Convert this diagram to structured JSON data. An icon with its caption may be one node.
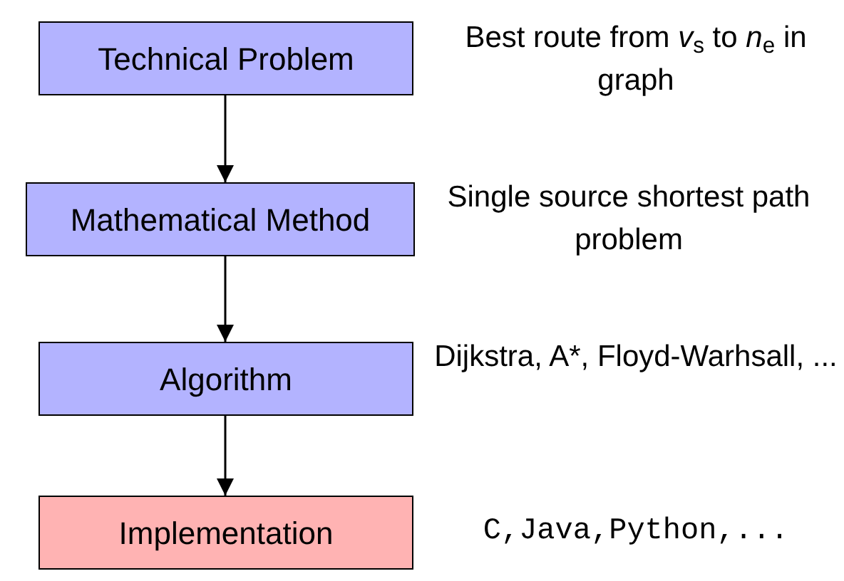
{
  "diagram": {
    "nodes": [
      {
        "text": [
          "Technical Problem"
        ],
        "beside": [
          "Best route from *v*$_{s}$ to *n*$_{e}$ in graph"
        ]
      },
      {
        "text": [
          "Mathematical Method"
        ],
        "beside": [
          "Single source shortest path problem"
        ]
      },
      {
        "text": [
          "Algorithm"
        ],
        "beside": [
          "Dijkstra, A*, Floyd-Warhsall, ..."
        ]
      },
      {
        "text": [
          "Implementation"
        ],
        "beside": [
          "C,Java,Python,..."
        ]
      }
    ],
    "edges": [
      {
        "from": 0,
        "to": 1,
        "arrow": "to"
      },
      {
        "from": 1,
        "to": 2,
        "arrow": "to"
      },
      {
        "from": 2,
        "to": 3,
        "arrow": "to"
      }
    ]
  }
}
